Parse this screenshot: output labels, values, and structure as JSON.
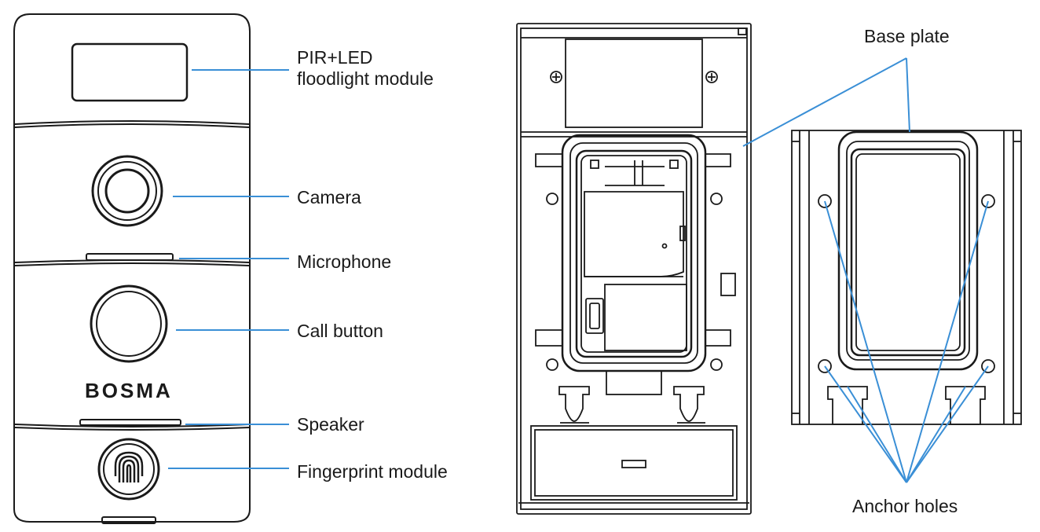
{
  "doorbell": {
    "brand": "BOSMA",
    "labels": {
      "pir": "PIR+LED",
      "pir2": "floodlight module",
      "camera": "Camera",
      "microphone": "Microphone",
      "call_button": "Call button",
      "speaker": "Speaker",
      "fingerprint": "Fingerprint module"
    }
  },
  "base": {
    "base_plate": "Base plate",
    "anchor_holes": "Anchor holes"
  },
  "colors": {
    "leader_line": "#3a8fd6",
    "outline": "#1a1a1a"
  }
}
